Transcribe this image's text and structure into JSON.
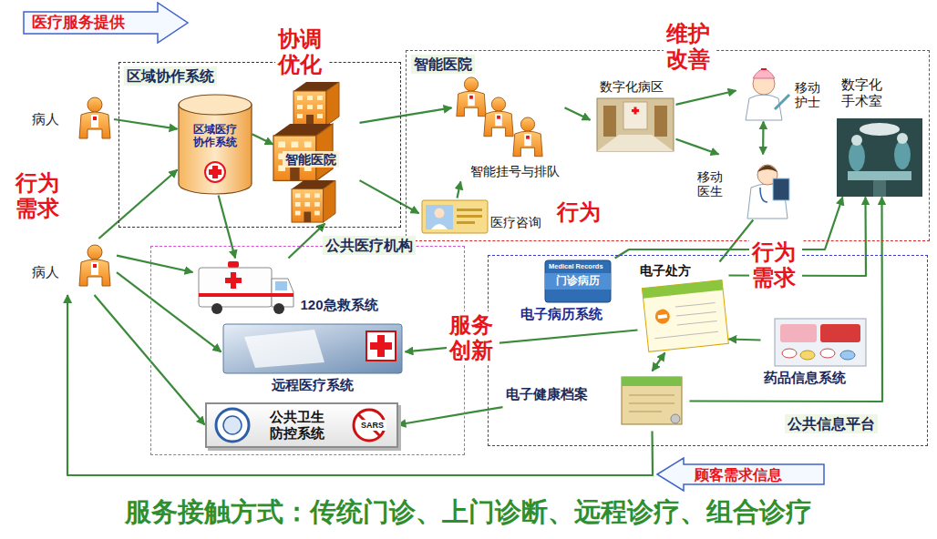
{
  "diagram": {
    "caption": "服务接触方式：传统门诊、上门诊断、远程诊疗、组合诊疗",
    "nodes": [
      {
        "text": [
          "医疗服务提供"
        ]
      },
      {
        "text": [
          "区域协作系统"
        ]
      },
      {
        "text": [
          "病人"
        ]
      },
      {
        "text": [
          "区域医疗 协作系统"
        ],
        "in": 1
      },
      {
        "text": [
          "智能医院"
        ],
        "in": 1
      },
      {
        "text": [
          "智能医院"
        ]
      },
      {
        "text": [
          "智能挂号与排队"
        ],
        "in": 5
      },
      {
        "text": [
          "医疗咨询"
        ],
        "in": 5
      },
      {
        "text": [
          "数字化病区"
        ],
        "in": 5
      },
      {
        "text": [
          "移动 护士"
        ],
        "in": 5
      },
      {
        "text": [
          "移动 医生"
        ],
        "in": 5
      },
      {
        "text": [
          "数字化 手术室"
        ],
        "in": 5
      },
      {
        "text": [
          "病人"
        ]
      },
      {
        "text": [
          "公共医疗机构"
        ]
      },
      {
        "text": [
          "120急救系统"
        ],
        "in": 13
      },
      {
        "text": [
          "远程医疗系统"
        ],
        "in": 13
      },
      {
        "text": [
          "公共卫生 防控系统"
        ],
        "in": 13
      },
      {
        "text": [
          "公共信息平台"
        ]
      },
      {
        "text": [
          "电子病历系统"
        ],
        "in": 17
      },
      {
        "text": [
          "电子处方"
        ],
        "in": 17
      },
      {
        "text": [
          "药品信息系统"
        ],
        "in": 17
      },
      {
        "text": [
          "电子健康档案"
        ],
        "in": 17
      },
      {
        "text": [
          "顾客需求信息"
        ]
      }
    ],
    "edges": [
      {
        "from": 2,
        "to": 3,
        "arrow": "to"
      },
      {
        "from": 3,
        "to": 4,
        "arrow": "to"
      },
      {
        "from": 3,
        "to": 14,
        "arrow": "to"
      },
      {
        "from": 14,
        "to": 4,
        "arrow": "to"
      },
      {
        "from": 4,
        "to": 6,
        "arrow": "to"
      },
      {
        "from": 4,
        "to": 7,
        "arrow": "to"
      },
      {
        "from": 7,
        "to": 6,
        "arrow": "to"
      },
      {
        "from": 6,
        "to": 8,
        "arrow": "to"
      },
      {
        "from": 8,
        "to": 9,
        "arrow": "to"
      },
      {
        "from": 8,
        "to": 10,
        "arrow": "to"
      },
      {
        "from": 10,
        "to": 9,
        "arrow": "both"
      },
      {
        "from": 10,
        "to": 19,
        "arrow": "none"
      },
      {
        "from": 18,
        "to": 11,
        "arrow": "to"
      },
      {
        "from": 19,
        "to": 11,
        "arrow": "to"
      },
      {
        "from": 20,
        "to": 19,
        "arrow": "to"
      },
      {
        "from": 21,
        "to": 19,
        "arrow": "both"
      },
      {
        "from": 21,
        "to": 11,
        "arrow": "to"
      },
      {
        "from": 19,
        "to": 15,
        "arrow": "to"
      },
      {
        "from": 21,
        "to": 16,
        "arrow": "to"
      },
      {
        "from": 12,
        "to": 3,
        "arrow": "to"
      },
      {
        "from": 12,
        "to": 14,
        "arrow": "to"
      },
      {
        "from": 12,
        "to": 15,
        "arrow": "to"
      },
      {
        "from": 12,
        "to": 16,
        "arrow": "to"
      },
      {
        "from": 21,
        "to": 12,
        "arrow": "to"
      }
    ],
    "labels": [
      "协调 优化",
      "维护 改善",
      "行为 需求",
      "行为",
      "行为 需求",
      "服务 创新",
      "Medical Records",
      "门诊病历",
      "SARS"
    ]
  }
}
